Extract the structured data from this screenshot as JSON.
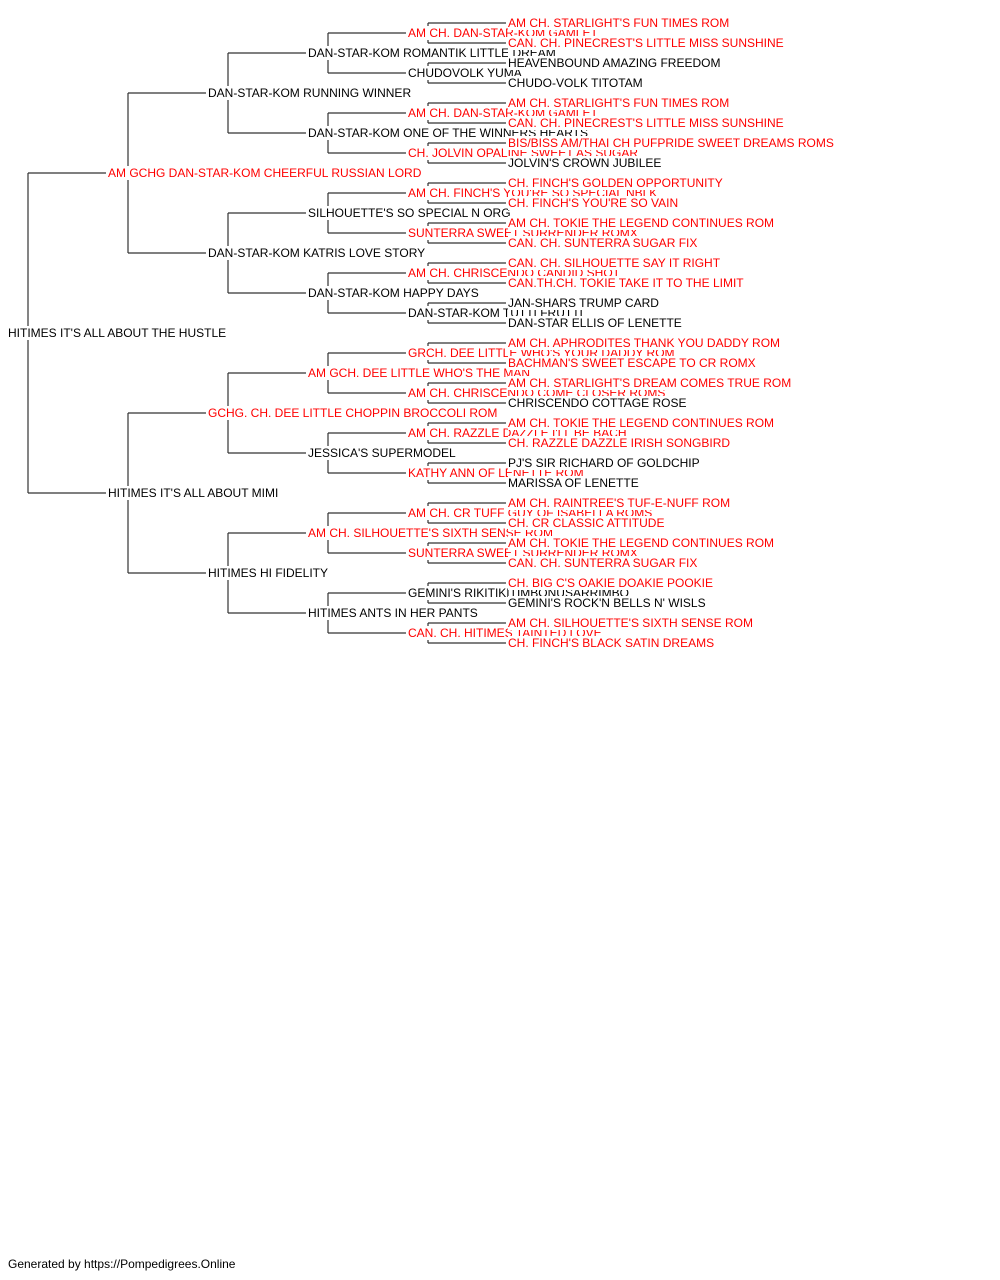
{
  "colors": {
    "champion": "#ff0000",
    "normal": "#000000",
    "line": "#333333"
  },
  "footer": "Generated by https://Pompedigrees.Online",
  "pedigree": {
    "name": "HITIMES IT'S ALL ABOUT THE HUSTLE",
    "highlight": false,
    "sire": {
      "name": "AM GCHG DAN-STAR-KOM CHEERFUL RUSSIAN LORD",
      "highlight": true,
      "sire": {
        "name": "DAN-STAR-KOM RUNNING WINNER",
        "highlight": false,
        "sire": {
          "name": "DAN-STAR-KOM ROMANTIK LITTLE DREAM",
          "highlight": false,
          "sire": {
            "name": "AM CH. DAN-STAR-KOM GAMLET",
            "highlight": true,
            "sire": {
              "name": "AM CH. STARLIGHT'S FUN TIMES ROM",
              "highlight": true
            },
            "dam": {
              "name": "CAN. CH. PINECREST'S LITTLE MISS SUNSHINE",
              "highlight": true
            }
          },
          "dam": {
            "name": "CHUDOVOLK YUMA",
            "highlight": false,
            "sire": {
              "name": "HEAVENBOUND AMAZING FREEDOM",
              "highlight": false
            },
            "dam": {
              "name": "CHUDO-VOLK TITOTAM",
              "highlight": false
            }
          }
        },
        "dam": {
          "name": "DAN-STAR-KOM ONE OF THE WINNERS HEARTS",
          "highlight": false,
          "sire": {
            "name": "AM CH. DAN-STAR-KOM GAMLET",
            "highlight": true,
            "sire": {
              "name": "AM CH. STARLIGHT'S FUN TIMES ROM",
              "highlight": true
            },
            "dam": {
              "name": "CAN. CH. PINECREST'S LITTLE MISS SUNSHINE",
              "highlight": true
            }
          },
          "dam": {
            "name": "CH. JOLVIN OPALINE SWEET AS SUGAR",
            "highlight": true,
            "sire": {
              "name": "BIS/BISS AM/THAI CH PUFPRIDE SWEET DREAMS ROMS",
              "highlight": true
            },
            "dam": {
              "name": "JOLVIN'S CROWN JUBILEE",
              "highlight": false
            }
          }
        }
      },
      "dam": {
        "name": "DAN-STAR-KOM KATRIS LOVE STORY",
        "highlight": false,
        "sire": {
          "name": "SILHOUETTE'S SO SPECIAL N ORG",
          "highlight": false,
          "sire": {
            "name": "AM CH. FINCH'S YOU'RE SO SPECIAL NBLK",
            "highlight": true,
            "sire": {
              "name": "CH. FINCH'S GOLDEN OPPORTUNITY",
              "highlight": true
            },
            "dam": {
              "name": "CH. FINCH'S YOU'RE SO VAIN",
              "highlight": true
            }
          },
          "dam": {
            "name": "SUNTERRA SWEET SURRENDER ROMX",
            "highlight": true,
            "sire": {
              "name": "AM CH. TOKIE THE LEGEND CONTINUES ROM",
              "highlight": true
            },
            "dam": {
              "name": "CAN. CH. SUNTERRA SUGAR FIX",
              "highlight": true
            }
          }
        },
        "dam": {
          "name": "DAN-STAR-KOM HAPPY DAYS",
          "highlight": false,
          "sire": {
            "name": "AM CH. CHRISCENDO CANDID SHOT",
            "highlight": true,
            "sire": {
              "name": "CAN. CH. SILHOUETTE SAY IT RIGHT",
              "highlight": true
            },
            "dam": {
              "name": "CAN.TH.CH. TOKIE TAKE IT TO THE LIMIT",
              "highlight": true
            }
          },
          "dam": {
            "name": "DAN-STAR-KOM TUTTI FRUTTI",
            "highlight": false,
            "sire": {
              "name": "JAN-SHARS TRUMP CARD",
              "highlight": false
            },
            "dam": {
              "name": "DAN-STAR ELLIS OF LENETTE",
              "highlight": false
            }
          }
        }
      }
    },
    "dam": {
      "name": "HITIMES IT'S ALL ABOUT MIMI",
      "highlight": false,
      "sire": {
        "name": "GCHG. CH. DEE LITTLE CHOPPIN BROCCOLI ROM",
        "highlight": true,
        "sire": {
          "name": "AM GCH. DEE LITTLE WHO'S THE MAN",
          "highlight": true,
          "sire": {
            "name": "GRCH. DEE LITTLE WHO'S YOUR DADDY ROM",
            "highlight": true,
            "sire": {
              "name": "AM CH. APHRODITES THANK YOU DADDY ROM",
              "highlight": true
            },
            "dam": {
              "name": "BACHMAN'S SWEET ESCAPE TO CR ROMX",
              "highlight": true
            }
          },
          "dam": {
            "name": "AM CH. CHRISCENDO COME CLOSER ROMS",
            "highlight": true,
            "sire": {
              "name": "AM CH. STARLIGHT'S DREAM COMES TRUE ROM",
              "highlight": true
            },
            "dam": {
              "name": "CHRISCENDO COTTAGE ROSE",
              "highlight": false
            }
          }
        },
        "dam": {
          "name": "JESSICA'S SUPERMODEL",
          "highlight": false,
          "sire": {
            "name": "AM CH. RAZZLE DAZZLE I'LL BE BACH",
            "highlight": true,
            "sire": {
              "name": "AM CH. TOKIE THE LEGEND CONTINUES ROM",
              "highlight": true
            },
            "dam": {
              "name": "CH. RAZZLE DAZZLE IRISH SONGBIRD",
              "highlight": true
            }
          },
          "dam": {
            "name": "KATHY ANN OF LENETTE ROM",
            "highlight": true,
            "sire": {
              "name": "PJ'S SIR RICHARD OF GOLDCHIP",
              "highlight": false
            },
            "dam": {
              "name": "MARISSA OF LENETTE",
              "highlight": false
            }
          }
        }
      },
      "dam": {
        "name": "HITIMES HI FIDELITY",
        "highlight": false,
        "sire": {
          "name": "AM CH. SILHOUETTE'S SIXTH SENSE ROM",
          "highlight": true,
          "sire": {
            "name": "AM CH. CR TUFF GUY OF ISABELLA ROMS",
            "highlight": true,
            "sire": {
              "name": "AM CH. RAINTREE'S TUF-E-NUFF ROM",
              "highlight": true
            },
            "dam": {
              "name": "CH. CR CLASSIC ATTITUDE",
              "highlight": true
            }
          },
          "dam": {
            "name": "SUNTERRA SWEET SURRENDER ROMX",
            "highlight": true,
            "sire": {
              "name": "AM CH. TOKIE THE LEGEND CONTINUES ROM",
              "highlight": true
            },
            "dam": {
              "name": "CAN. CH. SUNTERRA SUGAR FIX",
              "highlight": true
            }
          }
        },
        "dam": {
          "name": "HITIMES ANTS IN HER PANTS",
          "highlight": false,
          "sire": {
            "name": "GEMINI'S RIKITIKITIMBONUSARRIMBO",
            "highlight": false,
            "sire": {
              "name": "CH. BIG C'S OAKIE DOAKIE POOKIE",
              "highlight": true
            },
            "dam": {
              "name": "GEMINI'S ROCK'N BELLS N' WISLS",
              "highlight": false
            }
          },
          "dam": {
            "name": "CAN. CH. HITIMES TAINTED LOVE",
            "highlight": true,
            "sire": {
              "name": "AM CH. SILHOUETTE'S SIXTH SENSE ROM",
              "highlight": true
            },
            "dam": {
              "name": "CH. FINCH'S BLACK SATIN DREAMS",
              "highlight": true
            }
          }
        }
      }
    }
  }
}
